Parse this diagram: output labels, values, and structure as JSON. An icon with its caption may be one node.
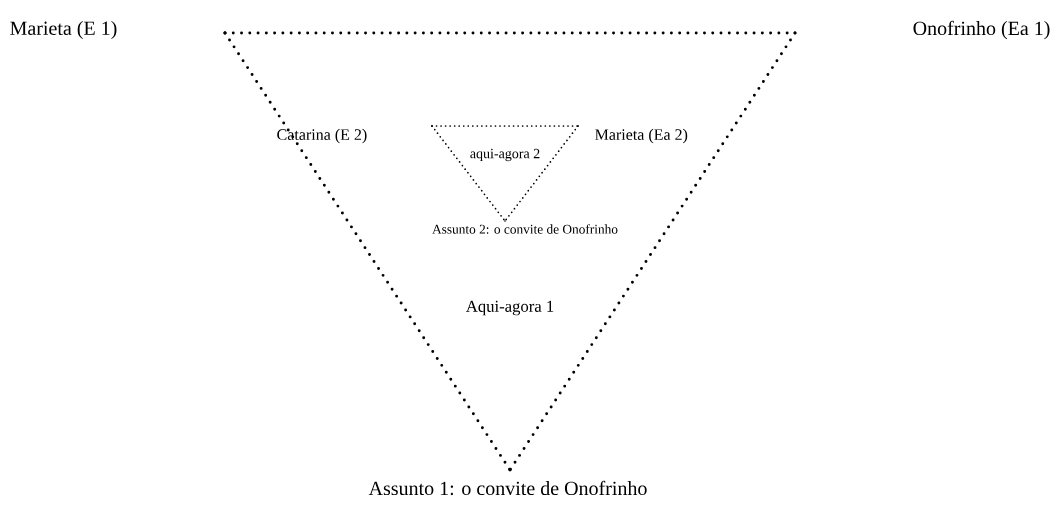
{
  "diagram": {
    "nodes": [
      {
        "text": [],
        "shape": "point"
      },
      {
        "text": [],
        "shape": "point"
      },
      {
        "text": [],
        "shape": "point",
        "beside": [
          "Assunto 1: o convite de Onofrinho"
        ]
      },
      {
        "text": [],
        "shape": "point"
      },
      {
        "text": [],
        "shape": "point",
        "beside": [
          "Marieta (Ea 2)"
        ]
      },
      {
        "text": [],
        "shape": "point",
        "beside": [
          "Assunto 2: o convite de Onofrinho"
        ]
      }
    ],
    "edges": [
      {
        "from": 0,
        "to": 1,
        "arrow": "none"
      },
      {
        "from": 0,
        "to": 2,
        "arrow": "none"
      },
      {
        "from": 1,
        "to": 2,
        "arrow": "none"
      },
      {
        "from": 3,
        "to": 4,
        "arrow": "none"
      },
      {
        "from": 3,
        "to": 5,
        "arrow": "none"
      },
      {
        "from": 4,
        "to": 5,
        "arrow": "none"
      }
    ],
    "labels": [
      "Marieta (E 1)",
      "Onofrinho (Ea 1)",
      "Catarina (E 2)",
      "aqui-agora 2",
      "Aqui-agora 1"
    ]
  }
}
